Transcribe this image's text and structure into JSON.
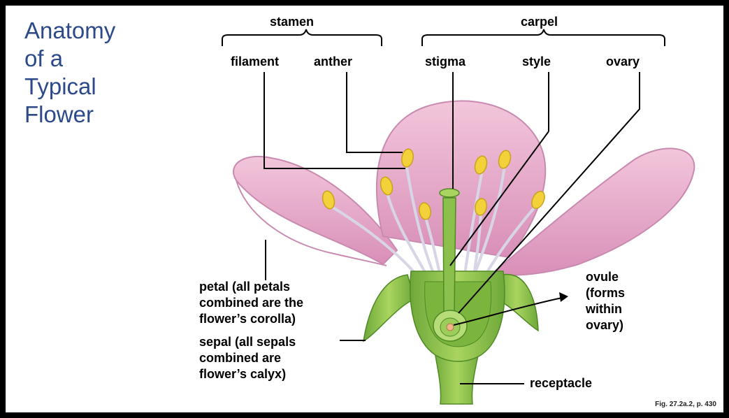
{
  "title_lines": [
    "Anatomy",
    "of a",
    "Typical",
    "Flower"
  ],
  "groups": {
    "stamen": "stamen",
    "carpel": "carpel"
  },
  "labels": {
    "filament": "filament",
    "anther": "anther",
    "stigma": "stigma",
    "style": "style",
    "ovary": "ovary",
    "petal": [
      "petal (all petals",
      "combined are the",
      "flower’s corolla)"
    ],
    "sepal": [
      "sepal (all sepals",
      "combined are",
      "flower’s calyx)"
    ],
    "ovule": [
      "ovule",
      "(forms",
      "within",
      "ovary)"
    ],
    "receptacle": "receptacle"
  },
  "credit": "Fig. 27.2a.2, p. 430",
  "colors": {
    "title": "#2c4a8a",
    "petal": "#e9b3cf",
    "petal_edge": "#c98aaf",
    "green": "#8cc04c",
    "dark_green": "#5f9a2f",
    "anther": "#f2d13a"
  }
}
